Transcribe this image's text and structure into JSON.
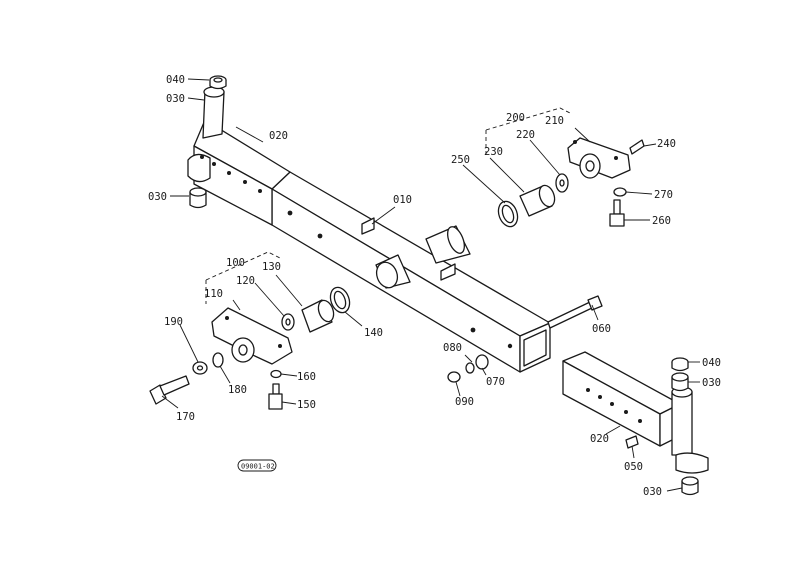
{
  "diagram": {
    "figure_code": "09001-02",
    "labels": {
      "p010": "010",
      "p020_a": "020",
      "p020_b": "020",
      "p030_a": "030",
      "p030_b": "030",
      "p030_c": "030",
      "p030_d": "030",
      "p040_a": "040",
      "p040_b": "040",
      "p050": "050",
      "p060": "060",
      "p070": "070",
      "p080": "080",
      "p090": "090",
      "p100": "100",
      "p110": "110",
      "p120": "120",
      "p130": "130",
      "p140": "140",
      "p150": "150",
      "p160": "160",
      "p170": "170",
      "p180": "180",
      "p190": "190",
      "p200": "200",
      "p210": "210",
      "p220": "220",
      "p230": "230",
      "p240": "240",
      "p250": "250",
      "p260": "260",
      "p270": "270"
    }
  }
}
